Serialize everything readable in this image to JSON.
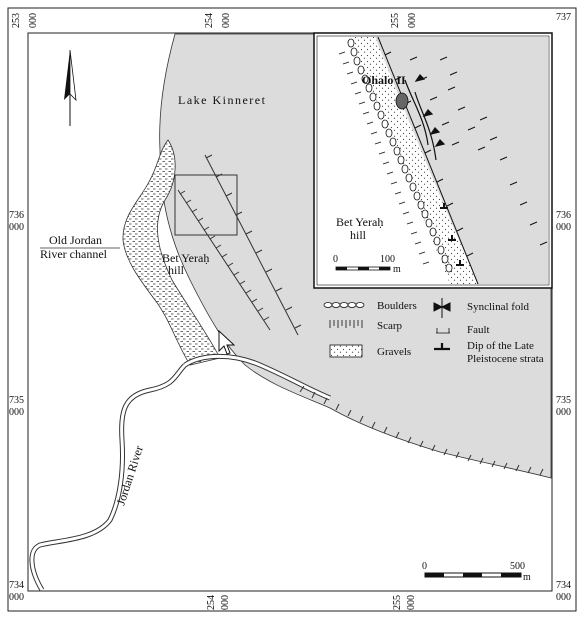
{
  "map": {
    "lake_label": "Lake Kinneret",
    "hill_label_line1": "Bet Yeraḥ",
    "hill_label_line2": "hill",
    "old_channel_line1": "Old Jordan",
    "old_channel_line2": "River channel",
    "river_label": "Jordan River"
  },
  "grid": {
    "top": [
      {
        "major": "253",
        "minor": "000"
      },
      {
        "major": "254",
        "minor": "000"
      },
      {
        "major": "255",
        "minor": "000"
      }
    ],
    "bottom": [
      {
        "major": "254",
        "minor": "000"
      },
      {
        "major": "255",
        "minor": "000"
      }
    ],
    "right_top_corner": "737",
    "left_side": [
      {
        "major": "736",
        "minor": "000"
      },
      {
        "major": "735",
        "minor": "000"
      },
      {
        "major": "734",
        "minor": "000"
      }
    ],
    "right_side": [
      {
        "major": "736",
        "minor": "000"
      },
      {
        "major": "735",
        "minor": "000"
      },
      {
        "major": "734",
        "minor": "000"
      }
    ]
  },
  "inset": {
    "site_label": "Ohalo II",
    "hill_label_line1": "Bet Yeraḥ",
    "hill_label_line2": "hill",
    "scale_start": "0",
    "scale_end": "100",
    "scale_unit": "m"
  },
  "legend": {
    "boulders": "Boulders",
    "scarp": "Scarp",
    "gravels": "Gravels",
    "synclinal_fold": "Synclinal fold",
    "fault": "Fault",
    "dip_line1": "Dip of the Late",
    "dip_line2": "Pleistocene strata"
  },
  "scale": {
    "start": "0",
    "end": "500",
    "unit": "m"
  },
  "colors": {
    "lake": "#dcdcdc",
    "land": "#ffffff",
    "ink": "#111111"
  }
}
